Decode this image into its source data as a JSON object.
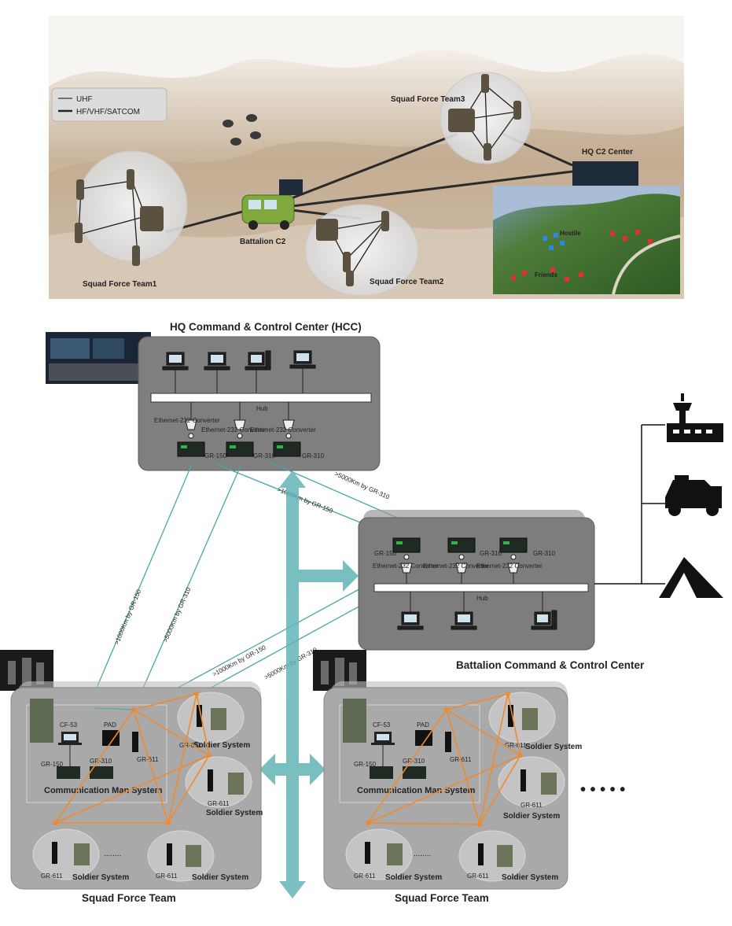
{
  "top_scene": {
    "legend": {
      "items": [
        {
          "label": "UHF"
        },
        {
          "label": "HF/VHF/SATCOM"
        }
      ]
    },
    "labels": {
      "team1": "Squad Force Team1",
      "team2": "Squad Force Team2",
      "team3": "Squad Force Team3",
      "battalion": "Battalion C2",
      "hq": "HQ C2 Center",
      "map_hostile": "Hostile",
      "map_friends": "Friends"
    }
  },
  "hcc": {
    "title": "HQ Command & Control Center (HCC)",
    "hub": "Hub",
    "converter": "Ethernet-232 Converter",
    "radios": [
      "GR-150",
      "GR-310",
      "GR-310"
    ]
  },
  "battalion": {
    "title": "Battalion Command & Control Center",
    "hub": "Hub",
    "converter": "Ethernet-232 Converter",
    "radios": [
      "GR-150",
      "GR-310",
      "GR-310"
    ]
  },
  "links": {
    "l1": ">1000Km by GR-150",
    "l2": ">5000Km by GR-310",
    "l3": ">1000Km by GR-150",
    "l4": ">5000Km by GR-310",
    "l5": ">1000Km by GR-150",
    "l6": ">5000Km by GR-310"
  },
  "squad": {
    "title": "Squad Force Team",
    "cf53": "CF-53",
    "pad": "PAD",
    "gr150": "GR-150",
    "gr310": "GR-310",
    "gr611": "GR-611",
    "comm_man": "Communication Man System",
    "soldier_system": "Soldier System",
    "dots": "........"
  },
  "more": "• • • • •",
  "colors": {
    "teal": "#4aa6a8",
    "orange": "#f08a2c",
    "panel": "#7d7d7d",
    "panel_border": "#5c5c5c"
  }
}
